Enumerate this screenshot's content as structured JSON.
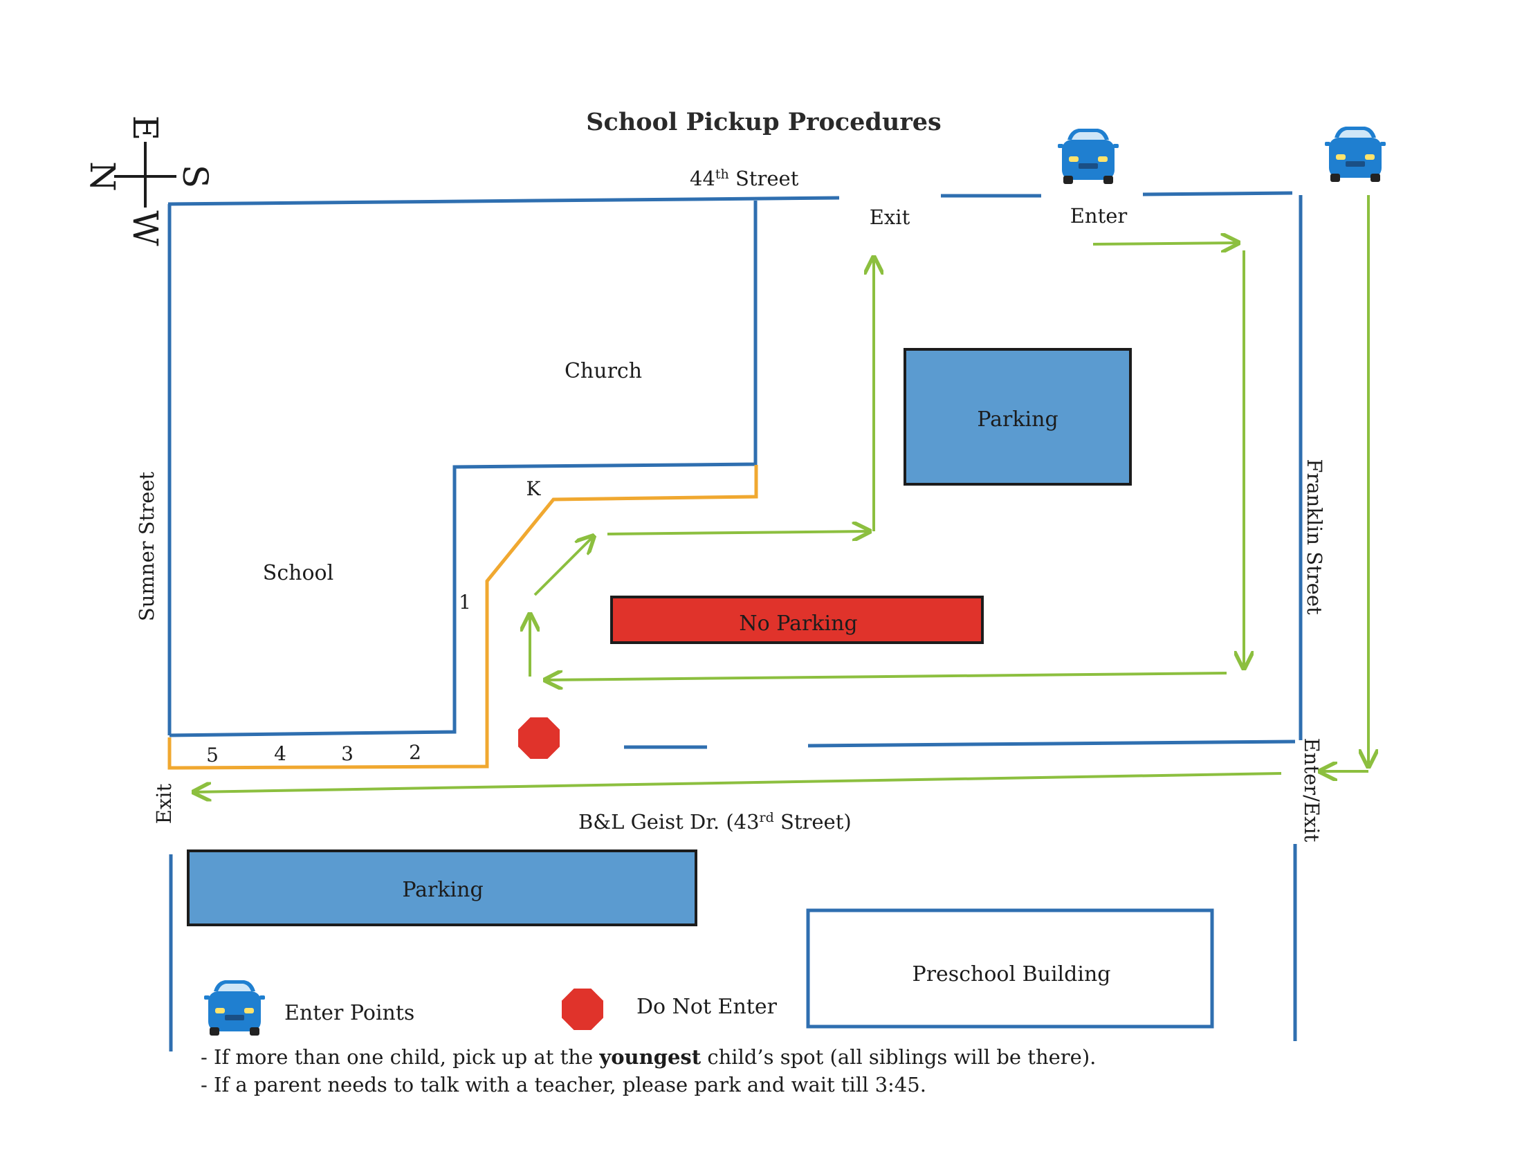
{
  "title": "School Pickup Procedures",
  "compass": {
    "north": "N",
    "south": "S",
    "east": "E",
    "west": "W"
  },
  "streets": {
    "north_street_prefix": "44",
    "north_street_sup": "th",
    "north_street_suffix": " Street",
    "west_street": "Sumner Street",
    "east_street": "Franklin Street",
    "south_street_prefix": "B&L Geist Dr. (43",
    "south_street_sup": "rd",
    "south_street_suffix": " Street)"
  },
  "buildings": {
    "church": "Church",
    "school": "School",
    "preschool": "Preschool Building"
  },
  "lots": {
    "parking_top": "Parking",
    "parking_bottom": "Parking",
    "no_parking": "No Parking"
  },
  "access_labels": {
    "top_exit": "Exit",
    "top_enter": "Enter",
    "west_exit": "Exit",
    "east_enter_exit": "Enter/Exit"
  },
  "pickup_spots": [
    "K",
    "1",
    "2",
    "3",
    "4",
    "5"
  ],
  "legend": {
    "enter_points": "Enter Points",
    "do_not_enter": "Do Not Enter"
  },
  "notes": {
    "line1_before": "- If more than one child, pick up at the ",
    "line1_bold": "youngest",
    "line1_after": " child’s spot (all siblings will be there).",
    "line2": "- If a parent needs to talk with a teacher, please park and wait till 3:45."
  },
  "colors": {
    "road_line": "#2f6fb0",
    "route_arrow": "#8cbf3f",
    "pickup_line": "#f0a830",
    "parking_fill": "#5b9bd0",
    "no_parking_fill": "#e0332b",
    "stop_sign": "#e0332b",
    "car_body": "#1f7fd0"
  },
  "icons": [
    "car-icon",
    "stop-sign-icon",
    "compass-icon"
  ]
}
